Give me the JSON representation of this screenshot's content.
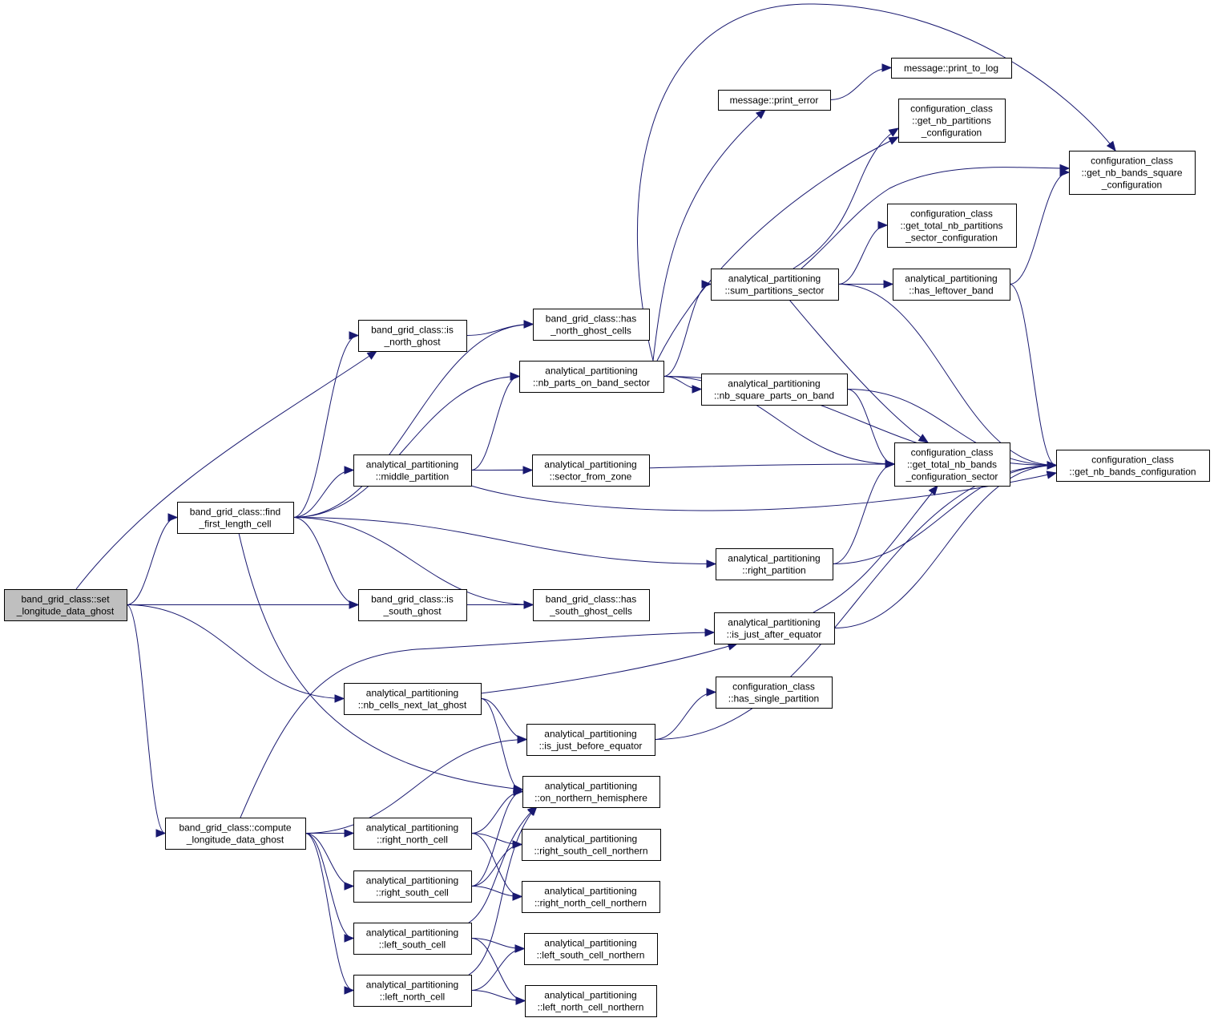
{
  "nodes": [
    {
      "id": "set_ghost",
      "lines": [
        "band_grid_class::set",
        "_longitude_data_ghost"
      ],
      "root": true
    },
    {
      "id": "find_first",
      "lines": [
        "band_grid_class::find",
        "_first_length_cell"
      ]
    },
    {
      "id": "compute_ghost",
      "lines": [
        "band_grid_class::compute",
        "_longitude_data_ghost"
      ]
    },
    {
      "id": "is_north_ghost",
      "lines": [
        "band_grid_class::is",
        "_north_ghost"
      ]
    },
    {
      "id": "has_north",
      "lines": [
        "band_grid_class::has",
        "_north_ghost_cells"
      ]
    },
    {
      "id": "is_south_ghost",
      "lines": [
        "band_grid_class::is",
        "_south_ghost"
      ]
    },
    {
      "id": "has_south",
      "lines": [
        "band_grid_class::has",
        "_south_ghost_cells"
      ]
    },
    {
      "id": "middle_partition",
      "lines": [
        "analytical_partitioning",
        "::middle_partition"
      ]
    },
    {
      "id": "nb_parts_band_sector",
      "lines": [
        "analytical_partitioning",
        "::nb_parts_on_band_sector"
      ]
    },
    {
      "id": "sector_from_zone",
      "lines": [
        "analytical_partitioning",
        "::sector_from_zone"
      ]
    },
    {
      "id": "nb_cells_next_lat",
      "lines": [
        "analytical_partitioning",
        "::nb_cells_next_lat_ghost"
      ]
    },
    {
      "id": "is_just_before",
      "lines": [
        "analytical_partitioning",
        "::is_just_before_equator"
      ]
    },
    {
      "id": "on_northern",
      "lines": [
        "analytical_partitioning",
        "::on_northern_hemisphere"
      ]
    },
    {
      "id": "right_north_cell",
      "lines": [
        "analytical_partitioning",
        "::right_north_cell"
      ]
    },
    {
      "id": "right_south_cell",
      "lines": [
        "analytical_partitioning",
        "::right_south_cell"
      ]
    },
    {
      "id": "left_south_cell",
      "lines": [
        "analytical_partitioning",
        "::left_south_cell"
      ]
    },
    {
      "id": "left_north_cell",
      "lines": [
        "analytical_partitioning",
        "::left_north_cell"
      ]
    },
    {
      "id": "right_south_northern",
      "lines": [
        "analytical_partitioning",
        "::right_south_cell_northern"
      ]
    },
    {
      "id": "right_north_northern",
      "lines": [
        "analytical_partitioning",
        "::right_north_cell_northern"
      ]
    },
    {
      "id": "left_south_northern",
      "lines": [
        "analytical_partitioning",
        "::left_south_cell_northern"
      ]
    },
    {
      "id": "left_north_northern",
      "lines": [
        "analytical_partitioning",
        "::left_north_cell_northern"
      ]
    },
    {
      "id": "print_error",
      "lines": [
        "message::print_error"
      ]
    },
    {
      "id": "print_to_log",
      "lines": [
        "message::print_to_log"
      ]
    },
    {
      "id": "get_nb_partitions",
      "lines": [
        "configuration_class",
        "::get_nb_partitions",
        "_configuration"
      ]
    },
    {
      "id": "get_nb_bands_square",
      "lines": [
        "configuration_class",
        "::get_nb_bands_square",
        "_configuration"
      ]
    },
    {
      "id": "get_total_nb_partitions_sector",
      "lines": [
        "configuration_class",
        "::get_total_nb_partitions",
        "_sector_configuration"
      ]
    },
    {
      "id": "sum_partitions_sector",
      "lines": [
        "analytical_partitioning",
        "::sum_partitions_sector"
      ]
    },
    {
      "id": "has_leftover_band",
      "lines": [
        "analytical_partitioning",
        "::has_leftover_band"
      ]
    },
    {
      "id": "nb_square_parts",
      "lines": [
        "analytical_partitioning",
        "::nb_square_parts_on_band"
      ]
    },
    {
      "id": "get_total_nb_bands_sector",
      "lines": [
        "configuration_class",
        "::get_total_nb_bands",
        "_configuration_sector"
      ]
    },
    {
      "id": "get_nb_bands",
      "lines": [
        "configuration_class",
        "::get_nb_bands_configuration"
      ]
    },
    {
      "id": "right_partition",
      "lines": [
        "analytical_partitioning",
        "::right_partition"
      ]
    },
    {
      "id": "is_just_after",
      "lines": [
        "analytical_partitioning",
        "::is_just_after_equator"
      ]
    },
    {
      "id": "has_single_partition",
      "lines": [
        "configuration_class",
        "::has_single_partition"
      ]
    }
  ],
  "edges": [
    [
      "set_ghost",
      "find_first"
    ],
    [
      "set_ghost",
      "is_north_ghost"
    ],
    [
      "set_ghost",
      "is_south_ghost"
    ],
    [
      "set_ghost",
      "nb_cells_next_lat"
    ],
    [
      "set_ghost",
      "compute_ghost"
    ],
    [
      "find_first",
      "is_north_ghost"
    ],
    [
      "find_first",
      "has_north"
    ],
    [
      "find_first",
      "nb_parts_band_sector"
    ],
    [
      "find_first",
      "middle_partition"
    ],
    [
      "find_first",
      "right_partition"
    ],
    [
      "find_first",
      "is_south_ghost"
    ],
    [
      "find_first",
      "has_south"
    ],
    [
      "find_first",
      "on_northern"
    ],
    [
      "is_north_ghost",
      "has_north"
    ],
    [
      "is_south_ghost",
      "has_south"
    ],
    [
      "middle_partition",
      "nb_parts_band_sector"
    ],
    [
      "middle_partition",
      "sector_from_zone"
    ],
    [
      "middle_partition",
      "get_total_nb_bands_sector"
    ],
    [
      "middle_partition",
      "get_nb_bands"
    ],
    [
      "nb_parts_band_sector",
      "print_error"
    ],
    [
      "nb_parts_band_sector",
      "get_nb_partitions"
    ],
    [
      "nb_parts_band_sector",
      "get_nb_bands_square"
    ],
    [
      "nb_parts_band_sector",
      "sum_partitions_sector"
    ],
    [
      "nb_parts_band_sector",
      "nb_square_parts"
    ],
    [
      "nb_parts_band_sector",
      "get_total_nb_bands_sector"
    ],
    [
      "nb_parts_band_sector",
      "get_nb_bands"
    ],
    [
      "print_error",
      "print_to_log"
    ],
    [
      "sum_partitions_sector",
      "get_nb_partitions"
    ],
    [
      "sum_partitions_sector",
      "get_nb_bands_square"
    ],
    [
      "sum_partitions_sector",
      "get_total_nb_partitions_sector"
    ],
    [
      "sum_partitions_sector",
      "has_leftover_band"
    ],
    [
      "sum_partitions_sector",
      "get_total_nb_bands_sector"
    ],
    [
      "sum_partitions_sector",
      "get_nb_bands"
    ],
    [
      "has_leftover_band",
      "get_nb_bands_square"
    ],
    [
      "has_leftover_band",
      "get_nb_bands"
    ],
    [
      "nb_square_parts",
      "get_total_nb_bands_sector"
    ],
    [
      "nb_square_parts",
      "get_nb_bands"
    ],
    [
      "right_partition",
      "get_total_nb_bands_sector"
    ],
    [
      "right_partition",
      "get_nb_bands"
    ],
    [
      "is_just_after",
      "get_total_nb_bands_sector"
    ],
    [
      "is_just_after",
      "get_nb_bands"
    ],
    [
      "nb_cells_next_lat",
      "is_just_after"
    ],
    [
      "nb_cells_next_lat",
      "is_just_before"
    ],
    [
      "nb_cells_next_lat",
      "on_northern"
    ],
    [
      "is_just_before",
      "has_single_partition"
    ],
    [
      "is_just_before",
      "get_nb_bands"
    ],
    [
      "compute_ghost",
      "is_just_after"
    ],
    [
      "compute_ghost",
      "is_just_before"
    ],
    [
      "compute_ghost",
      "right_north_cell"
    ],
    [
      "compute_ghost",
      "right_south_cell"
    ],
    [
      "compute_ghost",
      "left_south_cell"
    ],
    [
      "compute_ghost",
      "left_north_cell"
    ],
    [
      "right_north_cell",
      "on_northern"
    ],
    [
      "right_north_cell",
      "right_south_northern"
    ],
    [
      "right_north_cell",
      "right_north_northern"
    ],
    [
      "right_south_cell",
      "on_northern"
    ],
    [
      "right_south_cell",
      "right_south_northern"
    ],
    [
      "right_south_cell",
      "right_north_northern"
    ],
    [
      "left_south_cell",
      "on_northern"
    ],
    [
      "left_south_cell",
      "left_south_northern"
    ],
    [
      "left_south_cell",
      "left_north_northern"
    ],
    [
      "left_north_cell",
      "on_northern"
    ],
    [
      "left_north_cell",
      "left_south_northern"
    ],
    [
      "left_north_cell",
      "left_north_northern"
    ]
  ]
}
